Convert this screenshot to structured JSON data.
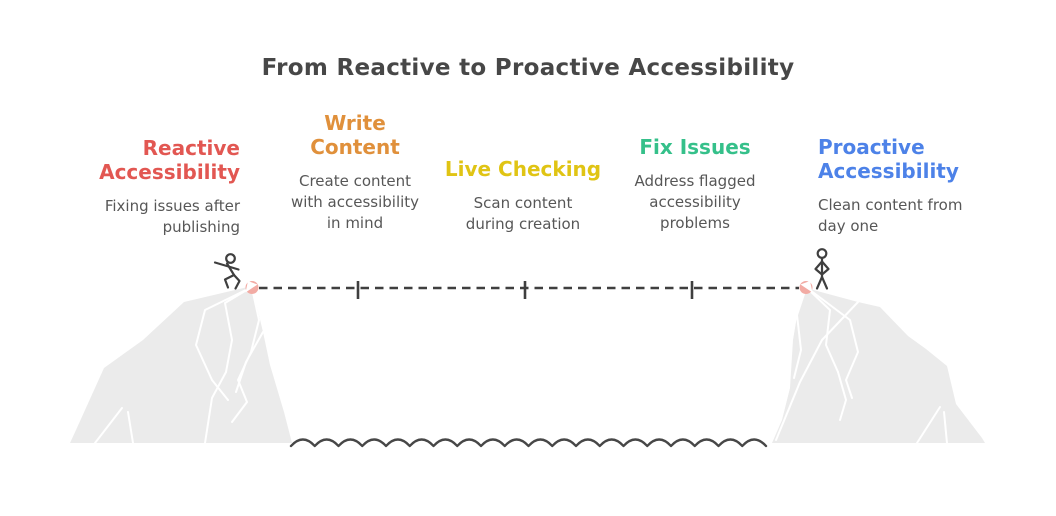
{
  "title": "From Reactive to Proactive Accessibility",
  "stages": [
    {
      "name": "reactive-accessibility",
      "label": "Reactive\nAccessibility",
      "desc": "Fixing issues after\npublishing",
      "color": "#e25752"
    },
    {
      "name": "write-content",
      "label": "Write\nContent",
      "desc": "Create content\nwith accessibility\nin mind",
      "color": "#e0903b"
    },
    {
      "name": "live-checking",
      "label": "Live Checking",
      "desc": "Scan content\nduring creation",
      "color": "#e0c414"
    },
    {
      "name": "fix-issues",
      "label": "Fix Issues",
      "desc": "Address flagged\naccessibility\nproblems",
      "color": "#35c08a"
    },
    {
      "name": "proactive-accessibility",
      "label": "Proactive\nAccessibility",
      "desc": "Clean content from\nday one",
      "color": "#4d82e8"
    }
  ],
  "palette": {
    "title_color": "#474747",
    "body_text_color": "#575757",
    "cliff_fill": "#ebebeb",
    "cliff_facet": "#ffffff",
    "line_color": "#3f3f3f",
    "figure_color": "#3f3f3f",
    "wave_color": "#474747",
    "endpoint_pink": "#f2aba4"
  },
  "icons": {
    "left_figure": "walking-stick-figure",
    "right_figure": "standing-stick-figure",
    "endpoints": "connector-endpoint-dot"
  }
}
